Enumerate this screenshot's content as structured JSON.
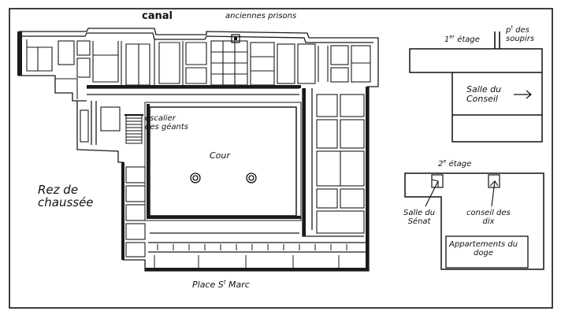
{
  "labels": {
    "canal": "canal",
    "anciennes_prisons": "anciennes prisons",
    "premier_etage_num": "1",
    "premier_etage_sup": "er",
    "premier_etage_word": "étage",
    "pont_prefix": "p",
    "pont_sup": "t",
    "pont_des": "des",
    "pont_soupirs": "soupirs",
    "salle_conseil_line1": "Salle du",
    "salle_conseil_line2": "Conseil",
    "escalier_line1": "escalier",
    "escalier_line2": "des géants",
    "cour": "Cour",
    "rez_line1": "Rez de",
    "rez_line2": "chaussée",
    "deuxieme_etage_num": "2",
    "deuxieme_etage_sup": "e",
    "deuxieme_etage_word": "étage",
    "salle_senat_line1": "Salle du",
    "salle_senat_line2": "Sénat",
    "conseil_dix_line1": "conseil des",
    "conseil_dix_line2": "dix",
    "appartements_line1": "Appartements du",
    "appartements_line2": "doge",
    "place_prefix": "Place S",
    "place_sup": "t",
    "place_suffix": " Marc"
  }
}
